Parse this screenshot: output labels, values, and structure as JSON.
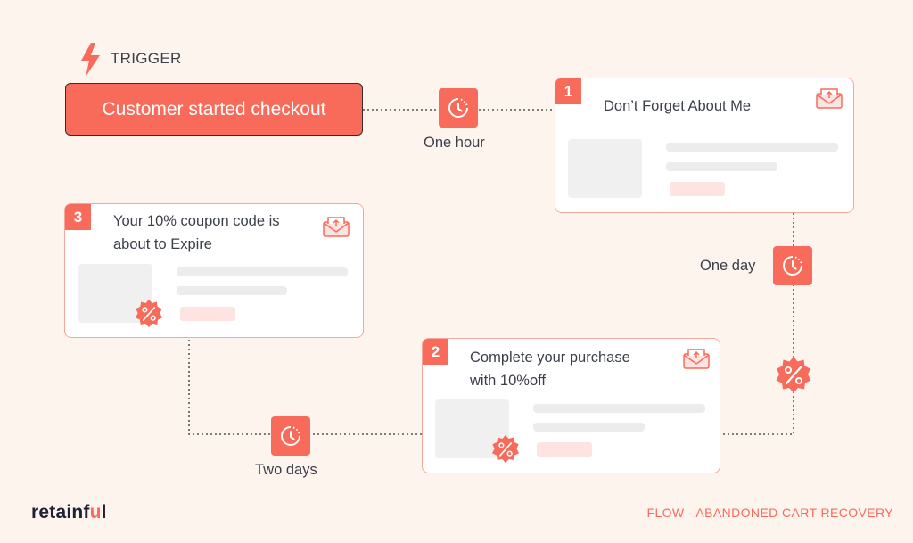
{
  "trigger": {
    "label": "TRIGGER",
    "event": "Customer started checkout"
  },
  "delays": {
    "first": "One hour",
    "second": "One day",
    "third": "Two days"
  },
  "emails": [
    {
      "number": "1",
      "subject": "Don’t Forget About Me"
    },
    {
      "number": "2",
      "subject_line1": "Complete your purchase",
      "subject_line2": "with 10%off"
    },
    {
      "number": "3",
      "subject_line1": "Your 10% coupon code is",
      "subject_line2": "about to Expire"
    }
  ],
  "brand": {
    "logo_prefix": "retainf",
    "logo_highlight": "u",
    "logo_suffix": "l"
  },
  "footer": {
    "flow_label": "FLOW - ABANDONED CART RECOVERY"
  },
  "colors": {
    "accent": "#f86b5a",
    "accent_light": "#f8a69b",
    "background": "#fdf4ee",
    "text": "#3b3f4a"
  },
  "icons": [
    "lightning-icon",
    "clock-icon",
    "envelope-icon",
    "percent-badge-icon"
  ]
}
